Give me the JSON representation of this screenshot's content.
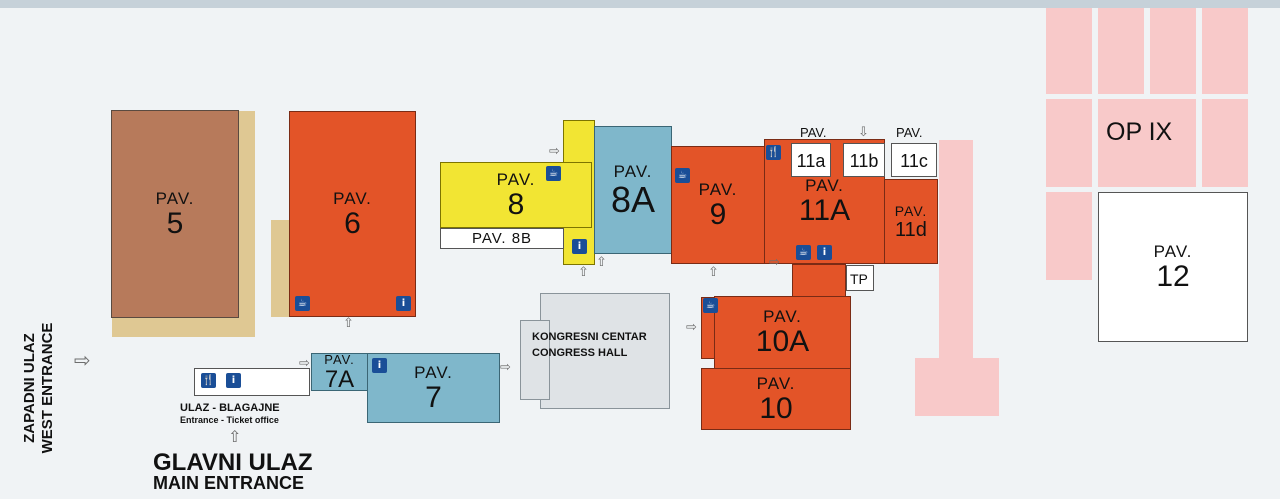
{
  "map": {
    "pavilions": {
      "p5": {
        "label": "PAV.",
        "number": "5"
      },
      "p6": {
        "label": "PAV.",
        "number": "6"
      },
      "p8": {
        "label": "PAV.",
        "number": "8"
      },
      "p8b": {
        "label": "PAV. 8B"
      },
      "p8a": {
        "label": "PAV.",
        "number": "8A"
      },
      "p9": {
        "label": "PAV.",
        "number": "9"
      },
      "p11a": {
        "label": "PAV.",
        "number": "11A"
      },
      "p11d": {
        "label": "PAV.",
        "number": "11d"
      },
      "p11_small": {
        "label_a": "PAV.",
        "label_c": "PAV.",
        "a": "11a",
        "b": "11b",
        "c": "11c"
      },
      "p10a": {
        "label": "PAV.",
        "number": "10A"
      },
      "p10": {
        "label": "PAV.",
        "number": "10"
      },
      "p7a": {
        "label": "PAV.",
        "number": "7A"
      },
      "p7": {
        "label": "PAV.",
        "number": "7"
      },
      "p12": {
        "label": "PAV.",
        "number": "12"
      }
    },
    "tp": "TP",
    "op_ix": "OP IX",
    "congress": {
      "line1": "KONGRESNI CENTAR",
      "line2": "CONGRESS HALL"
    },
    "west_entrance": {
      "line1": "ZAPADNI ULAZ",
      "line2": "WEST ENTRANCE"
    },
    "ticket": {
      "line1": "ULAZ - BLAGAJNE",
      "line2": "Entrance - Ticket office"
    },
    "main_entrance": {
      "line1": "GLAVNI ULAZ",
      "line2": "MAIN ENTRANCE"
    }
  },
  "icons": {
    "coffee": "coffee-cup-icon",
    "info": "info-icon",
    "restaurant": "restaurant-icon",
    "arrow": "arrow-icon"
  },
  "colors": {
    "brown": "#b77a5b",
    "orange": "#e35428",
    "yellow": "#f2e533",
    "blue": "#7fb7cb",
    "pink": "#f8c9c9",
    "tan": "#dfc893",
    "icon": "#1a4e97"
  }
}
